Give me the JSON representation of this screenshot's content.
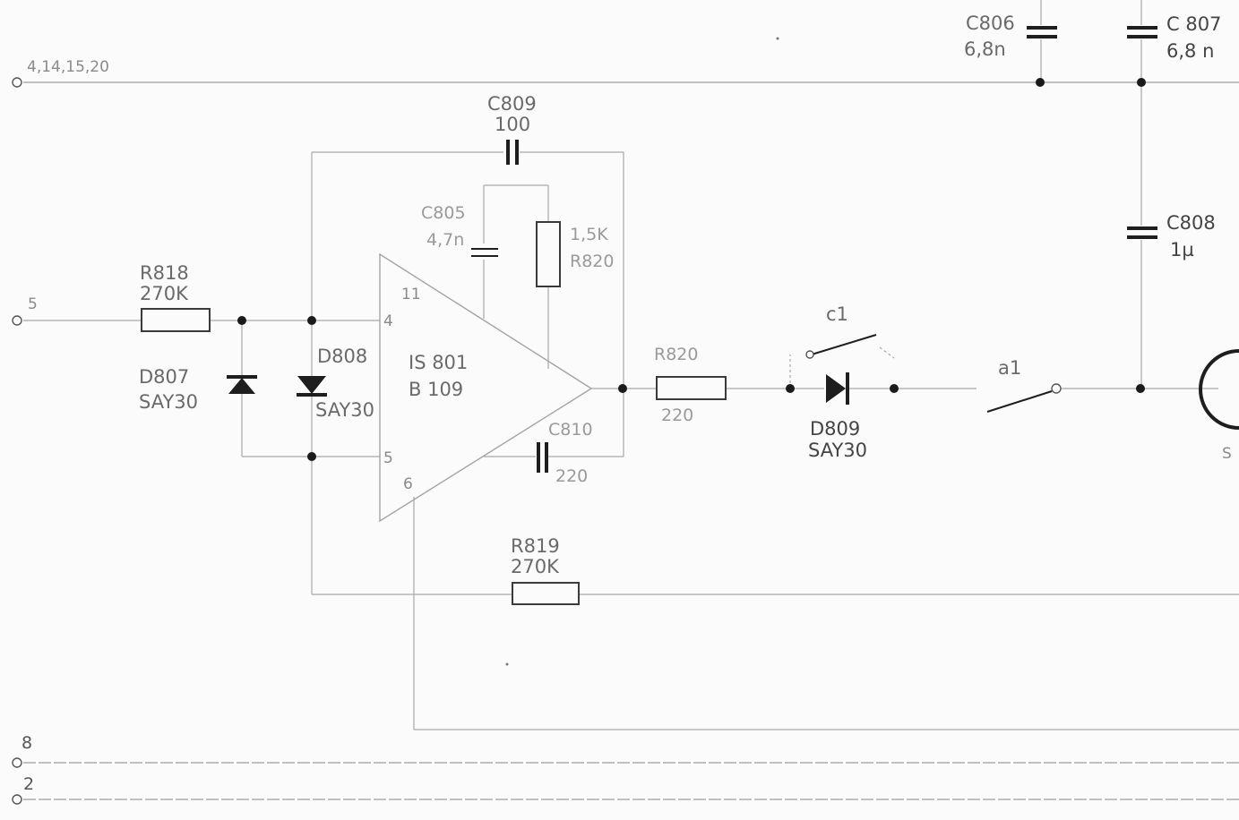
{
  "terminals": {
    "supply": "4,14,15,20",
    "input": "5",
    "pin8": "8",
    "pin2": "2"
  },
  "components": {
    "r818": {
      "name": "R818",
      "value": "270K"
    },
    "d807": {
      "name": "D807",
      "type": "SAY30"
    },
    "d808": {
      "name": "D808",
      "type": "SAY30"
    },
    "c809": {
      "name": "C809",
      "value": "100"
    },
    "c805": {
      "name": "C805",
      "value": "4,7n"
    },
    "r820a": {
      "name": "R820",
      "value": "1,5K"
    },
    "ic": {
      "name": "IS 801",
      "type": "B 109",
      "pins": [
        "11",
        "4",
        "5",
        "6"
      ]
    },
    "c810": {
      "name": "C810",
      "value": "220"
    },
    "r820b": {
      "name": "R820",
      "value": "220"
    },
    "r819": {
      "name": "R819",
      "value": "270K"
    },
    "c1": {
      "name": "c1"
    },
    "d809": {
      "name": "D809",
      "type": "SAY30"
    },
    "a1": {
      "name": "a1"
    },
    "c806": {
      "name": "C806",
      "value": "6,8n"
    },
    "c807": {
      "name": "C 807",
      "value": "6,8 n"
    },
    "c808": {
      "name": "C808",
      "value": "1µ"
    },
    "clipped": "S"
  }
}
